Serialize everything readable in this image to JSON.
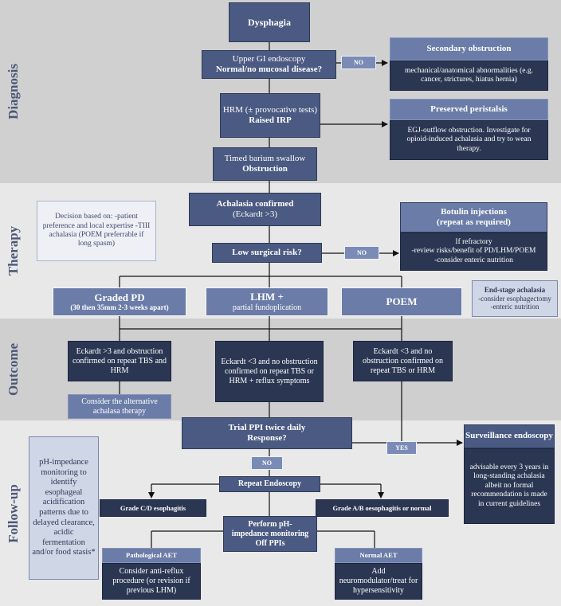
{
  "phases": {
    "diagnosis": "Diagnosis",
    "therapy": "Therapy",
    "outcome": "Outcome",
    "followup": "Follow-up"
  },
  "colors": {
    "dark_box": "#2b3752",
    "mid_box": "#4a5a82",
    "light_box": "#6a7ca7",
    "band_diagnosis": "#d0d0d0",
    "band_therapy": "#e8e8e8",
    "band_outcome": "#cfcfcf",
    "band_followup": "#e9e9e9"
  },
  "diagnosis": {
    "dysphagia": "Dysphagia",
    "endoscopy_line1": "Upper GI endoscopy",
    "endoscopy_line2": "Normal/no mucosal disease?",
    "no_label": "NO",
    "secondary_title": "Secondary obstruction",
    "secondary_text": "mechanical/anatomical abnormalities (e.g. cancer, strictures, hiatus hernia)",
    "hrm_line1": "HRM (± provocative tests)",
    "hrm_line2": "Raised IRP",
    "preserved_title": "Preserved peristalsis",
    "preserved_text": "EGJ-outflow obstruction. Investigate for opioid-induced achalasia and try to wean therapy.",
    "barium_line1": "Timed barium swallow",
    "barium_line2": "Obstruction"
  },
  "therapy": {
    "decision_text": "Decision based on: -patient preference and local expertise -TIII achalasia (POEM preferrable if long spasm)",
    "achalasia_line1": "Achalasia confirmed",
    "achalasia_line2": "(Eckardt >3)",
    "botulin_line1": "Botulin injections",
    "botulin_line2": "(repeat as required)",
    "botulin_text_line1": "If refractory",
    "botulin_text_line2": "-review risks/benefit of PD/LHM/POEM",
    "botulin_text_line3": "-consider enteric nutrition",
    "low_risk": "Low surgical risk?",
    "no_label": "NO",
    "pd_line1": "Graded PD",
    "pd_line2": "(30 then 35mm 2-3 weeks apart)",
    "lhm_line1": "LHM +",
    "lhm_line2": "partial fundoplication",
    "poem": "POEM",
    "endstage_title": "End-stage achalasia",
    "endstage_line1": "-consider esophagectomy",
    "endstage_line2": "-enteric nutrition"
  },
  "outcome": {
    "eckardt_high": "Eckardt >3 and obstruction confirmed on repeat TBS and HRM",
    "eckardt_low_reflux": "Eckardt <3 and no obstruction confirmed on repeat TBS or HRM + reflux symptoms",
    "eckardt_low": "Eckardt <3 and no obstruction confirmed on repeat TBS or HRM",
    "alternative": "Consider the alternative achalasa therapy"
  },
  "followup": {
    "ph_side_text": "pH-impedance monitoring to identify esophageal acidification patterns due to delayed clearance, acidic fermentation and/or food stasis*",
    "ppi_line1": "Trial PPI twice daily",
    "ppi_line2": "Response?",
    "yes_label": "YES",
    "no_label": "NO",
    "surveillance_title": "Surveillance endoscopy",
    "surveillance_text": "advisable every 3 years in long-standing achalasia albeit no formal recommendation is made in current guidelines",
    "repeat_endoscopy": "Repeat Endoscopy",
    "grade_cd": "Grade C/D esophagitis",
    "grade_ab": "Grade A/B oesophagitis or normal",
    "ph_monitor_line1": "Perform pH-",
    "ph_monitor_line2": "impedance monitoring",
    "ph_monitor_line3": "Off PPIs",
    "path_aet": "Pathological AET",
    "path_aet_text": "Consider anti-reflux procedure (or revision if previous LHM)",
    "normal_aet": "Normal AET",
    "normal_aet_text": "Add neuromodulator/treat for hypersensitivity"
  }
}
